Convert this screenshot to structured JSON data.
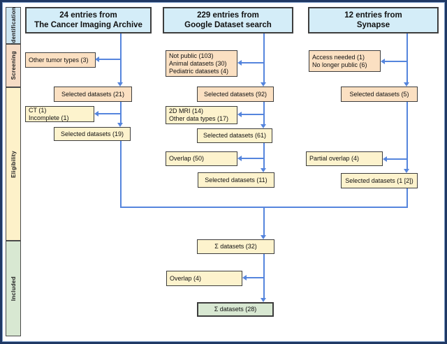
{
  "figure": {
    "type": "prisma-flow-diagram",
    "colors": {
      "frame": "#1f3864",
      "arrow": "#5585dd",
      "header_fill": "#d4edf8",
      "screening_fill": "#fbe0c2",
      "eligibility_fill": "#fdf3cd",
      "included_fill": "#d8e8d2",
      "box_border": "#3d3d3d"
    }
  },
  "sidebar": {
    "identification": "Identification",
    "screening": "Screening",
    "eligibility": "Eligibility",
    "included": "Included"
  },
  "headers": {
    "tcia": {
      "line1": "24 entries from",
      "line2": "The Cancer Imaging Archive"
    },
    "google": {
      "line1": "229 entries from",
      "line2": "Google Dataset search"
    },
    "synapse": {
      "line1": "12 entries from",
      "line2": "Synapse"
    }
  },
  "boxes": {
    "tcia_exclusion_screening": {
      "lines": [
        "Other tumor types (3)"
      ]
    },
    "tcia_selected_screening": "Selected datasets (21)",
    "tcia_exclusion_eligibility": {
      "lines": [
        "CT (1)",
        "Incomplete (1)"
      ]
    },
    "tcia_selected_eligibility": "Selected datasets (19)",
    "google_exclusion_screening": {
      "lines": [
        "Not public (103)",
        "Animal datasets (30)",
        "Pediatric datasets (4)"
      ]
    },
    "google_selected_screening": "Selected datasets (92)",
    "google_exclusion_eligibility": {
      "lines": [
        "2D MRI (14)",
        "Other data types (17)"
      ]
    },
    "google_selected_eligibility": "Selected datasets (61)",
    "google_overlap": "Overlap (50)",
    "google_selected_final": "Selected datasets (11)",
    "synapse_exclusion_screening": {
      "lines": [
        "Access needed (1)",
        "No longer public (6)"
      ]
    },
    "synapse_selected_screening": "Selected datasets (5)",
    "synapse_partial_overlap": "Partial overlap (4)",
    "synapse_selected_final": "Selected datasets (1 [2])",
    "sum_datasets": "Σ datasets (32)",
    "overlap_final": "Overlap (4)",
    "included_datasets": "Σ datasets (28)"
  }
}
